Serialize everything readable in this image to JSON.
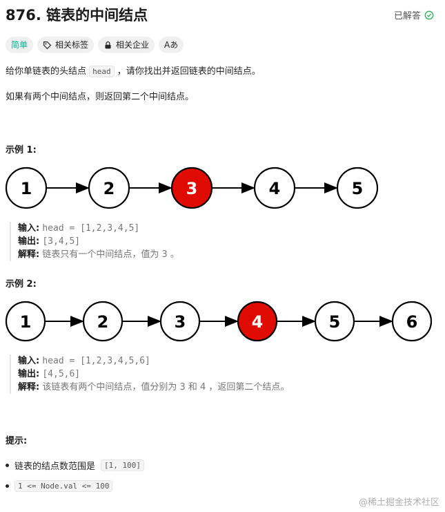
{
  "problem": {
    "title": "876. 链表的中间结点",
    "solved_label": "已解答"
  },
  "tags": {
    "difficulty": "简单",
    "topics": "相关标签",
    "companies": "相关企业",
    "font_toggle": "Aあ"
  },
  "description": {
    "line1_before": "给你单链表的头结点",
    "line1_code": "head",
    "line1_after": "，请你找出并返回链表的中间结点。",
    "line2": "如果有两个中间结点，则返回第二个中间结点。"
  },
  "example1": {
    "heading": "示例 1:",
    "nodes": [
      "1",
      "2",
      "3",
      "4",
      "5"
    ],
    "highlight_index": 2,
    "input_label": "输入:",
    "input_value": "head = [1,2,3,4,5]",
    "output_label": "输出:",
    "output_value": "[3,4,5]",
    "explain_label": "解释:",
    "explain_value": "链表只有一个中间结点，值为 3 。"
  },
  "example2": {
    "heading": "示例 2:",
    "nodes": [
      "1",
      "2",
      "3",
      "4",
      "5",
      "6"
    ],
    "highlight_index": 3,
    "input_label": "输入:",
    "input_value": "head = [1,2,3,4,5,6]",
    "output_label": "输出:",
    "output_value": "[4,5,6]",
    "explain_label": "解释:",
    "explain_value": "该链表有两个中间结点，值分别为 3 和 4 ，返回第二个结点。"
  },
  "constraints": {
    "heading": "提示:",
    "item1_text": "链表的结点数范围是",
    "item1_code": "[1, 100]",
    "item2_code": "1 <= Node.val <= 100"
  },
  "watermark": "@稀土掘金技术社区",
  "colors": {
    "highlight_node": "#e00b00",
    "easy_tag": "#00af9b",
    "solved_check": "#2db55d"
  }
}
